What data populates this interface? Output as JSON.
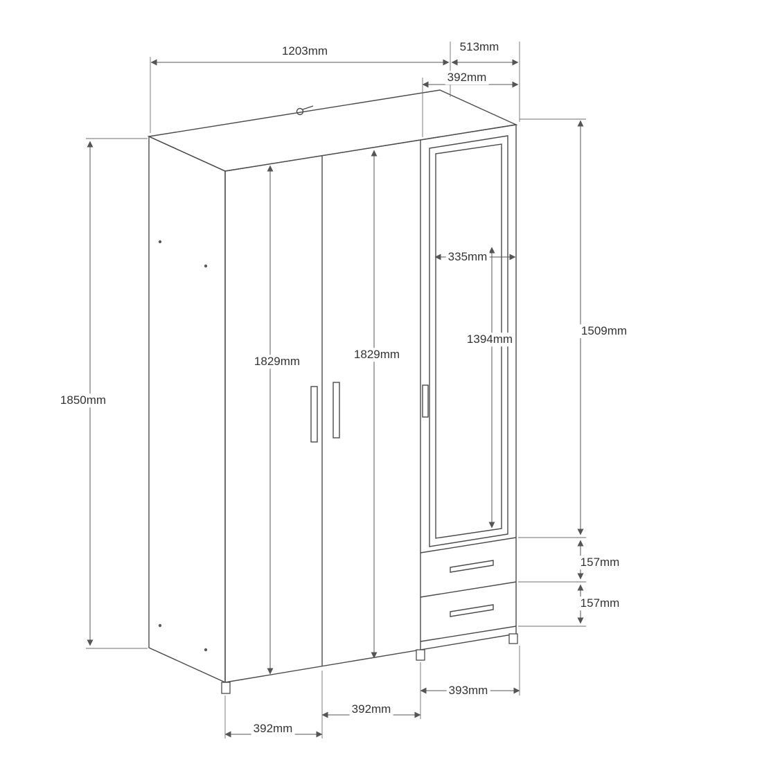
{
  "labels": {
    "width_total": "1203mm",
    "depth_total": "513mm",
    "depth_top": "392mm",
    "height_total": "1850mm",
    "door_left_height": "1829mm",
    "door_mid_height": "1829mm",
    "mirror_width": "335mm",
    "mirror_height": "1394mm",
    "right_upper_height": "1509mm",
    "drawer1_height": "157mm",
    "drawer2_height": "157mm",
    "door_right_width": "393mm",
    "door_mid_width": "392mm",
    "door_left_width": "392mm"
  },
  "colors": {
    "line": "#4a4a4a",
    "dimension": "#555555",
    "text": "#333333",
    "background": "#ffffff"
  }
}
